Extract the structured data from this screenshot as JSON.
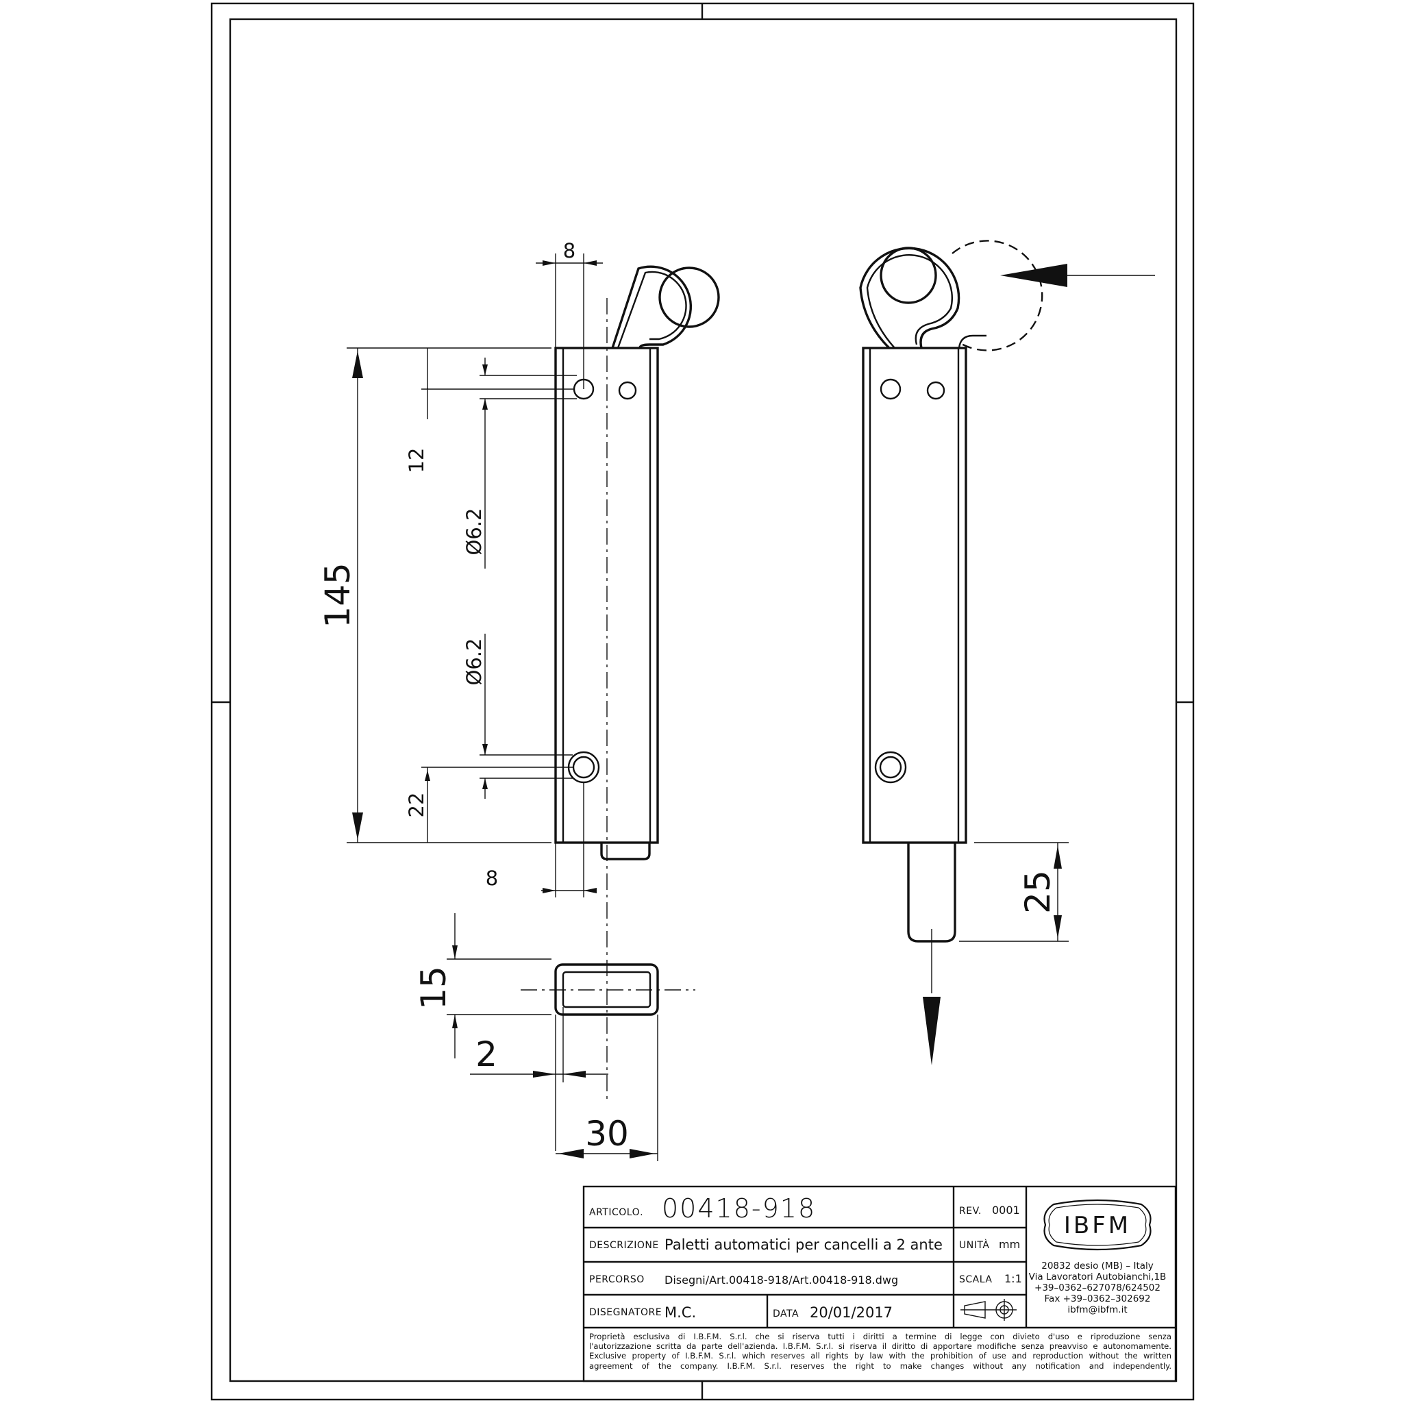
{
  "dimensions": {
    "top_offset": "8",
    "total_length": "145",
    "hole_top_pos": "12",
    "hole_top_dia": "Ø6.2",
    "hole_bottom_dia": "Ø6.2",
    "hole_bottom_pos": "22",
    "bottom_offset": "8",
    "section_height": "15",
    "wall_thickness": "2",
    "section_width": "30",
    "bolt_stroke": "25"
  },
  "title_block": {
    "articolo_label": "ARTICOLO",
    "articolo_value": "00418-918",
    "descrizione_label": "DESCRIZIONE",
    "descrizione_value": "Paletti automatici per cancelli a 2 ante",
    "percorso_label": "PERCORSO",
    "percorso_value": "Disegni/Art.00418-918/Art.00418-918.dwg",
    "disegnatore_label": "DISEGNATORE",
    "disegnatore_value": "M.C.",
    "data_label": "DATA",
    "data_value": "20/01/2017",
    "rev_label": "REV.",
    "rev_value": "0001",
    "unita_label": "UNITÀ",
    "unita_value": "mm",
    "scala_label": "SCALA",
    "scala_value": "1:1",
    "logo_text": "IBFM",
    "address": [
      "20832 desio (MB) – Italy",
      "Via Lavoratori Autobianchi,1B",
      "+39–0362–627078/624502",
      "Fax +39–0362–302692",
      "ibfm@ibfm.it"
    ],
    "legal": [
      "Proprietà esclusiva di I.B.F.M. S.r.l. che si riserva tutti i diritti a termine di legge con divieto d'uso e riproduzione senza",
      "l'autorizzazione scritta da parte dell'azienda. I.B.F.M. S.r.l. si riserva il diritto di apportare modifiche senza preavviso e autonomamente.",
      "Exclusive property of I.B.F.M. S.r.l. which reserves all rights by law with the prohibition of use and reproduction without the written",
      "agreement of the company. I.B.F.M. S.r.l. reserves the right to make changes without any notification and independently."
    ]
  }
}
